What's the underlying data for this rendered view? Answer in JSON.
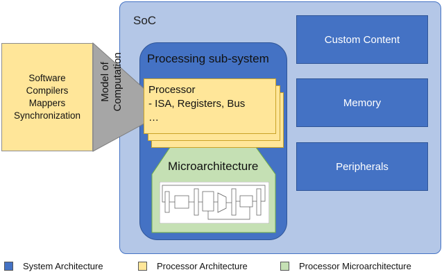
{
  "soc": {
    "label": "SoC"
  },
  "blocks": [
    {
      "label": "Custom Content"
    },
    {
      "label": "Memory"
    },
    {
      "label": "Peripherals"
    }
  ],
  "processing_subsystem": {
    "label": "Processing sub-system"
  },
  "processor": {
    "title": "Processor",
    "detail": "- ISA, Registers, Bus",
    "ellipsis": "…"
  },
  "software": {
    "lines": [
      "Software",
      "Compilers",
      "Mappers",
      "Synchronization"
    ]
  },
  "model_of_computation": {
    "line1": "Model of",
    "line2": "Computation"
  },
  "microarchitecture": {
    "label": "Microarchitecture"
  },
  "legend": [
    {
      "label": "System Architecture",
      "color": "#4472c4"
    },
    {
      "label": "Processor Architecture",
      "color": "#ffe699"
    },
    {
      "label": "Processor Microarchitecture",
      "color": "#c5e0b4"
    }
  ],
  "colors": {
    "system": "#4472c4",
    "processor": "#ffe699",
    "micro": "#c5e0b4",
    "soc_bg": "#b4c7e7",
    "connector": "#a6a6a6"
  }
}
